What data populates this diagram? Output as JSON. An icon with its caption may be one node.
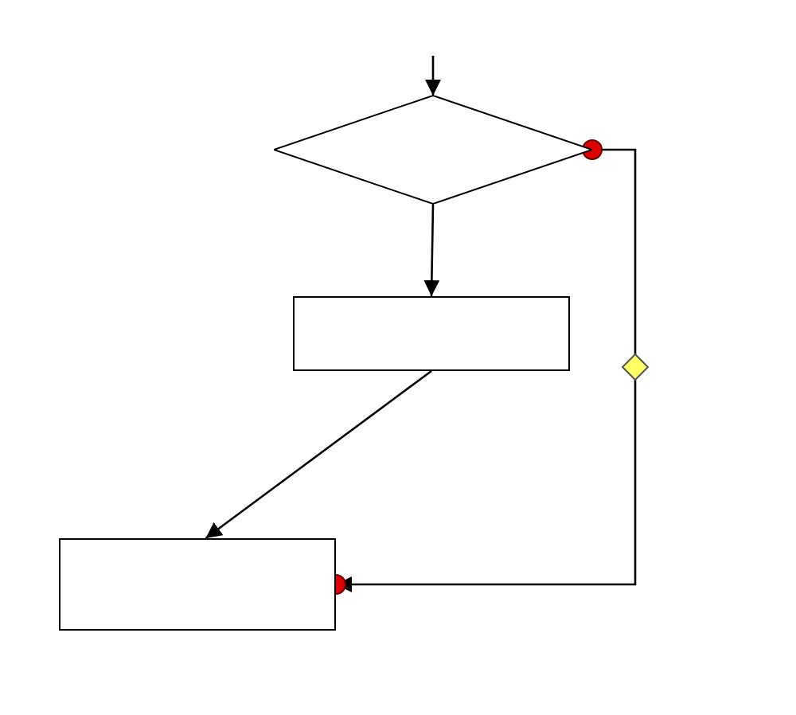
{
  "diagram": {
    "nodes": [
      {
        "text": [],
        "shape": "diamond"
      },
      {
        "text": [],
        "shape": "box"
      },
      {
        "text": [],
        "shape": "box"
      }
    ],
    "edges": [
      {
        "from": null,
        "to": 0,
        "arrow": "to"
      },
      {
        "from": 0,
        "to": 1,
        "arrow": "to"
      },
      {
        "from": 1,
        "to": 2,
        "arrow": "to"
      },
      {
        "from": 0,
        "to": 2,
        "arrow": "to"
      }
    ]
  }
}
